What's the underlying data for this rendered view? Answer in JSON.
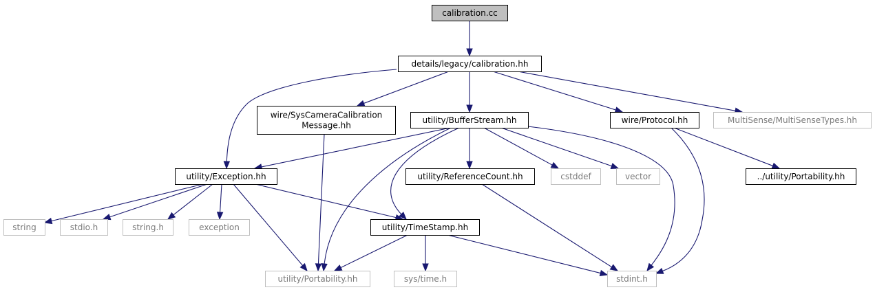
{
  "colors": {
    "edge": "#191970",
    "root_fill": "#bfbfbf",
    "documented_border": "#000000",
    "external_border": "#bfbfbf",
    "external_text": "#7a7a7a"
  },
  "nodes": {
    "calibration_cc": {
      "lines": [
        "calibration.cc"
      ],
      "kind": "root"
    },
    "legacy_calibration_hh": {
      "lines": [
        "details/legacy/calibration.hh"
      ],
      "kind": "documented"
    },
    "sys_camera_calibration_message_hh": {
      "lines": [
        "wire/SysCameraCalibration",
        "Message.hh"
      ],
      "kind": "documented"
    },
    "buffer_stream_hh": {
      "lines": [
        "utility/BufferStream.hh"
      ],
      "kind": "documented"
    },
    "protocol_hh": {
      "lines": [
        "wire/Protocol.hh"
      ],
      "kind": "documented"
    },
    "multisense_types_hh": {
      "lines": [
        "MultiSense/MultiSenseTypes.hh"
      ],
      "kind": "external"
    },
    "exception_hh": {
      "lines": [
        "utility/Exception.hh"
      ],
      "kind": "documented"
    },
    "reference_count_hh": {
      "lines": [
        "utility/ReferenceCount.hh"
      ],
      "kind": "documented"
    },
    "cstddef": {
      "lines": [
        "cstddef"
      ],
      "kind": "external"
    },
    "vector": {
      "lines": [
        "vector"
      ],
      "kind": "external"
    },
    "rel_portability_hh": {
      "lines": [
        "../utility/Portability.hh"
      ],
      "kind": "documented"
    },
    "string": {
      "lines": [
        "string"
      ],
      "kind": "external"
    },
    "stdio_h": {
      "lines": [
        "stdio.h"
      ],
      "kind": "external"
    },
    "string_h": {
      "lines": [
        "string.h"
      ],
      "kind": "external"
    },
    "exception": {
      "lines": [
        "exception"
      ],
      "kind": "external"
    },
    "time_stamp_hh": {
      "lines": [
        "utility/TimeStamp.hh"
      ],
      "kind": "documented"
    },
    "portability_hh": {
      "lines": [
        "utility/Portability.hh"
      ],
      "kind": "external"
    },
    "sys_time_h": {
      "lines": [
        "sys/time.h"
      ],
      "kind": "external"
    },
    "stdint_h": {
      "lines": [
        "stdint.h"
      ],
      "kind": "external"
    }
  },
  "edges": [
    [
      "calibration_cc",
      "legacy_calibration_hh"
    ],
    [
      "legacy_calibration_hh",
      "exception_hh"
    ],
    [
      "legacy_calibration_hh",
      "sys_camera_calibration_message_hh"
    ],
    [
      "legacy_calibration_hh",
      "buffer_stream_hh"
    ],
    [
      "legacy_calibration_hh",
      "protocol_hh"
    ],
    [
      "legacy_calibration_hh",
      "multisense_types_hh"
    ],
    [
      "sys_camera_calibration_message_hh",
      "portability_hh"
    ],
    [
      "buffer_stream_hh",
      "exception_hh"
    ],
    [
      "buffer_stream_hh",
      "portability_hh"
    ],
    [
      "buffer_stream_hh",
      "time_stamp_hh"
    ],
    [
      "buffer_stream_hh",
      "reference_count_hh"
    ],
    [
      "buffer_stream_hh",
      "cstddef"
    ],
    [
      "buffer_stream_hh",
      "vector"
    ],
    [
      "buffer_stream_hh",
      "stdint_h"
    ],
    [
      "protocol_hh",
      "rel_portability_hh"
    ],
    [
      "protocol_hh",
      "stdint_h"
    ],
    [
      "exception_hh",
      "string"
    ],
    [
      "exception_hh",
      "stdio_h"
    ],
    [
      "exception_hh",
      "string_h"
    ],
    [
      "exception_hh",
      "exception"
    ],
    [
      "exception_hh",
      "time_stamp_hh"
    ],
    [
      "exception_hh",
      "portability_hh"
    ],
    [
      "reference_count_hh",
      "stdint_h"
    ],
    [
      "time_stamp_hh",
      "portability_hh"
    ],
    [
      "time_stamp_hh",
      "sys_time_h"
    ],
    [
      "time_stamp_hh",
      "stdint_h"
    ]
  ]
}
